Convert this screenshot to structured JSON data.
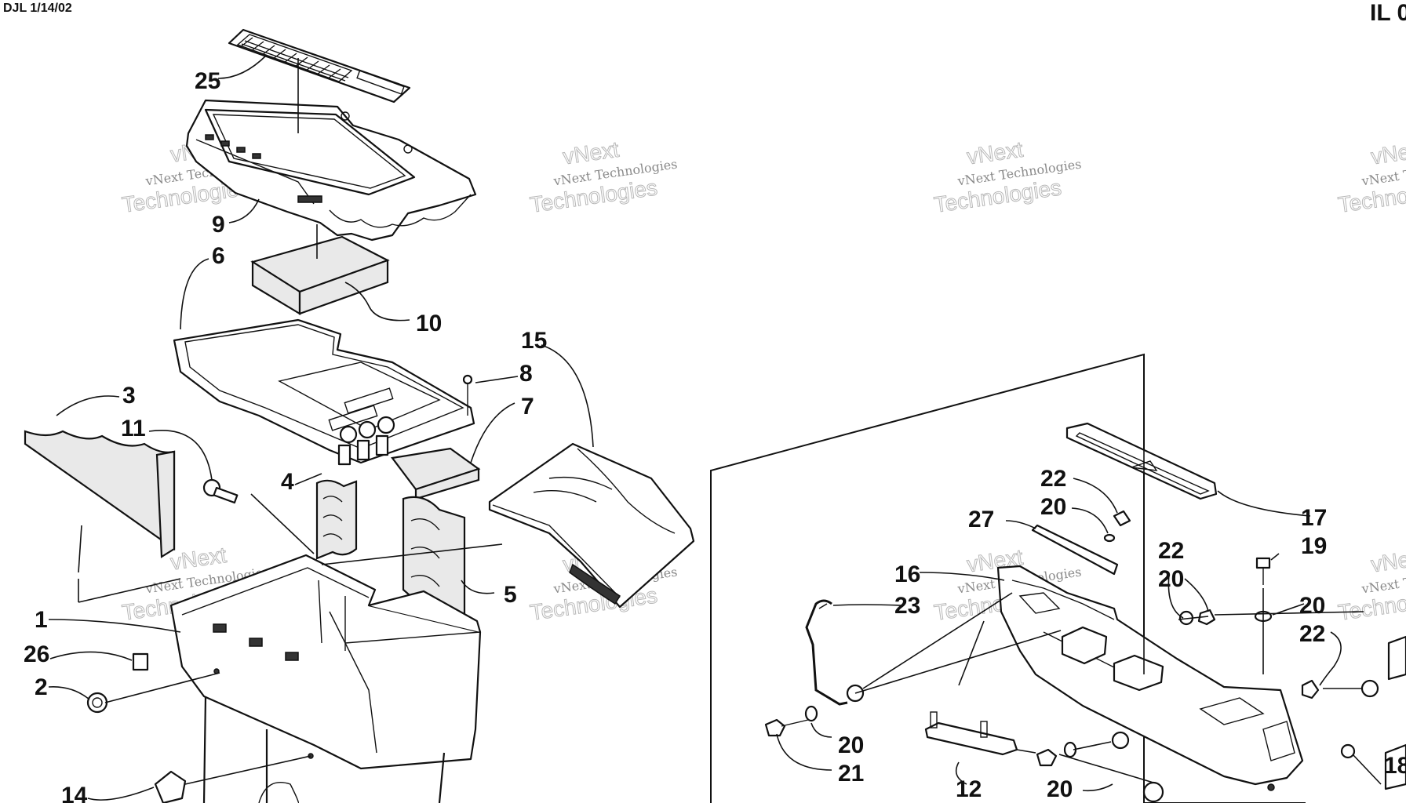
{
  "header": {
    "drawing_ref": "DJL 1/14/02",
    "sheet_id": "IL 0"
  },
  "callouts": {
    "c25": "25",
    "c9": "9",
    "c6": "6",
    "c10": "10",
    "c15": "15",
    "c8": "8",
    "c7": "7",
    "c3": "3",
    "c11": "11",
    "c4": "4",
    "c5": "5",
    "c1": "1",
    "c26": "26",
    "c2": "2",
    "c14": "14",
    "c22a": "22",
    "c20a": "20",
    "c27": "27",
    "c16": "16",
    "c23": "23",
    "c17": "17",
    "c19": "19",
    "c22b": "22",
    "c20b": "20",
    "c20c": "20",
    "c22c": "22",
    "c20d": "20",
    "c21": "21",
    "c12": "12",
    "c20e": "20",
    "c18": "18"
  },
  "watermark": {
    "line_small": "vNext Technologies",
    "line_big_top": "vNext",
    "line_big_bottom": "Technologies"
  },
  "colors": {
    "ink": "#111111",
    "watermark": "#b8b8b8",
    "foam_fill": "#e9e9e9"
  }
}
